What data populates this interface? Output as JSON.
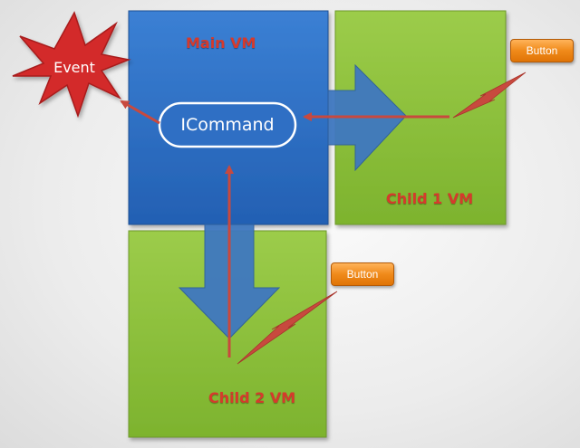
{
  "main_vm": {
    "label": "Main VM"
  },
  "child1_vm": {
    "label": "Child 1 VM",
    "button_label": "Button"
  },
  "child2_vm": {
    "label": "Child 2 VM",
    "button_label": "Button"
  },
  "icommand": {
    "label": "ICommand"
  },
  "event": {
    "label": "Event"
  },
  "colors": {
    "main_fill": "#2f6fc4",
    "child_fill": "#8dc13c",
    "arrow_big": "#3f78c0",
    "arrow_thin": "#c8493e",
    "event_star": "#d32b2b",
    "button_fill": "#f08a1a"
  }
}
